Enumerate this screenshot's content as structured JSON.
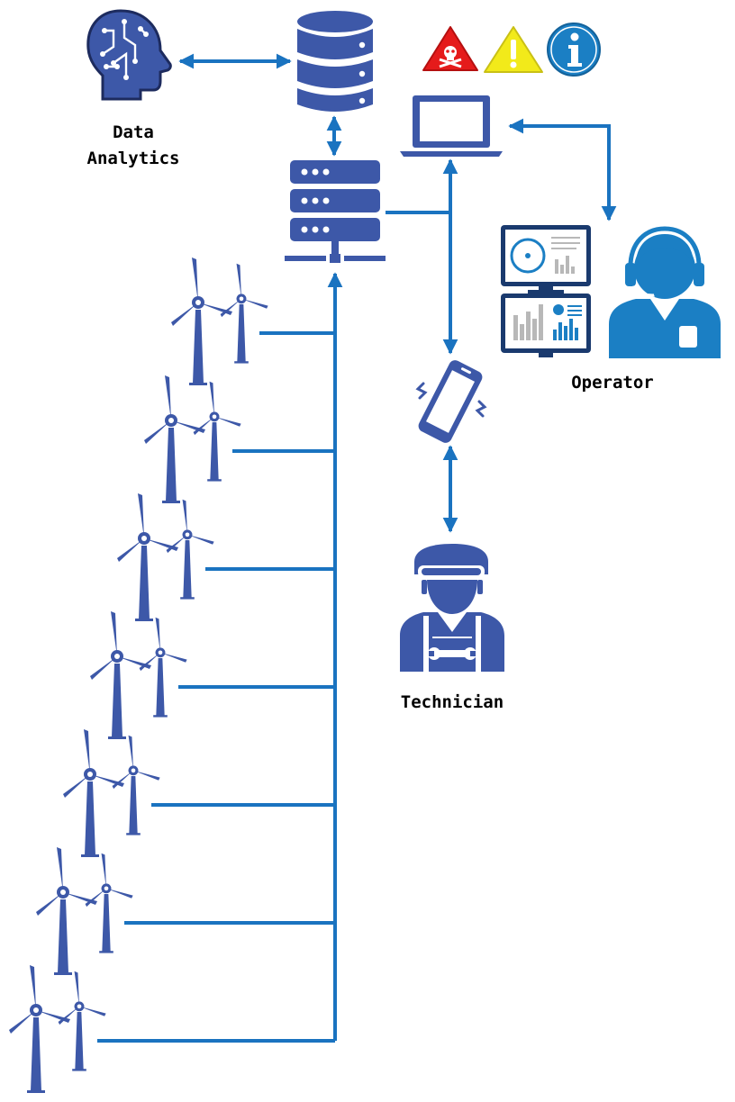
{
  "labels": {
    "data_analytics_line1": "Data",
    "data_analytics_line2": "Analytics",
    "operator": "Operator",
    "technician": "Technician"
  },
  "colors": {
    "icon_blue": "#3d58a8",
    "line_blue": "#1a73c0",
    "operator_blue": "#1b7fc4",
    "danger_red": "#e51b1b",
    "warning_yellow": "#f2ea1a",
    "info_blue": "#1b7fc4",
    "screen_gray": "#b8b8b8"
  },
  "icons": {
    "brain": "brain-circuit-icon",
    "database": "database-icon",
    "server": "server-rack-icon",
    "laptop": "laptop-icon",
    "phone": "mobile-phone-icon",
    "monitors": "dashboard-monitors-icon",
    "operator": "headset-operator-icon",
    "technician": "technician-worker-icon",
    "danger": "skull-warning-icon",
    "warning": "exclamation-warning-icon",
    "info": "info-icon",
    "turbine": "wind-turbine-icon"
  },
  "wind_turbine_groups": 7
}
